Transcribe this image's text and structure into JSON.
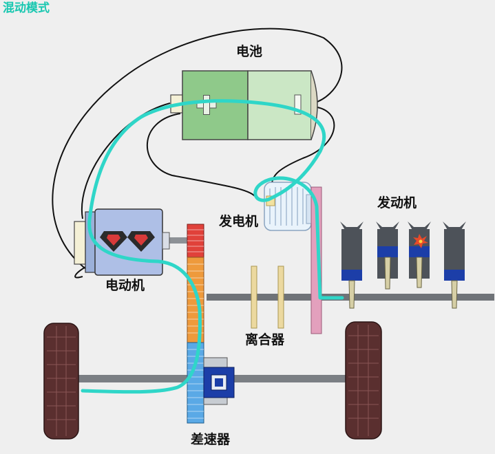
{
  "mode_title": "混动模式",
  "components": {
    "battery": "电池",
    "generator": "发电机",
    "motor": "电动机",
    "engine": "发动机",
    "clutch": "离合器",
    "differential": "差速器"
  },
  "colors": {
    "energy_flow": "#2fd6c8",
    "title": "#18c7b0",
    "battery_dark": "#8fc98a",
    "battery_light": "#cbe7c5",
    "motor_body": "#aebfe6",
    "gear_red": "#e0413a",
    "gear_orange": "#ee9a3c",
    "gear_blue": "#5aa9e6",
    "flywheel": "#e3a0bd",
    "clutch_plate": "#ecd9a0",
    "piston": "#1c3ea8",
    "tire": "#5a2f2f"
  },
  "icons": [
    "plus-icon",
    "minus-icon",
    "spark-icon"
  ]
}
